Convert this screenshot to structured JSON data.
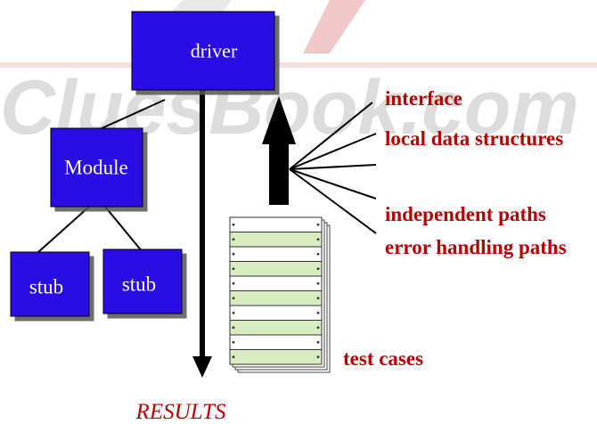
{
  "watermark": {
    "text": "CluesBook.com"
  },
  "boxes": {
    "driver": "driver",
    "module": "Module",
    "stub_left": "stub",
    "stub_right": "stub"
  },
  "labels": {
    "interface": "interface",
    "local_data_structures": "local data structures",
    "independent_paths": "independent paths",
    "error_handling_paths": "error handling paths",
    "test_cases": "test cases",
    "results": "RESULTS"
  },
  "test_case_card_count": 10,
  "colors": {
    "box_fill": "#2a0ae6",
    "label_red": "#b80000",
    "card_fill_green": "#d7ecc0",
    "card_fill_white": "#ffffff",
    "watermark": "#dcdcdc"
  }
}
